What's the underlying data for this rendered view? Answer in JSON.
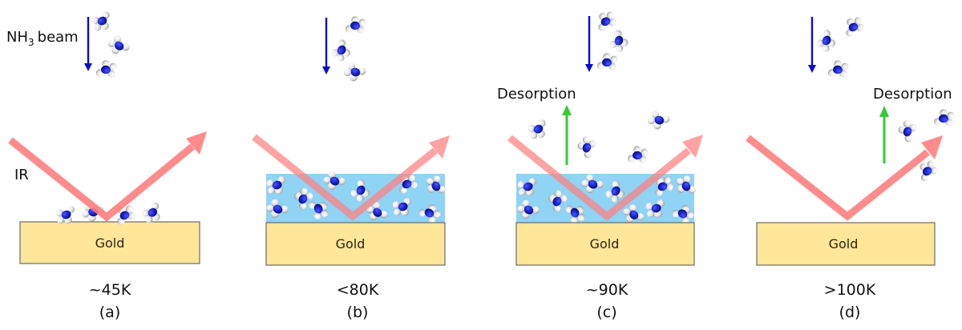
{
  "colors": {
    "gold_fill": "#FFE699",
    "gold_stroke": "#6b6b6b",
    "ice_fill": "#8FD3F5",
    "ir_beam": "#FF7F7F",
    "beam_arrow": "#0A0AD2",
    "desorption_arrow": "#33CC33",
    "nitrogen": "#1A22C8",
    "hydrogen": "#EDEDED"
  },
  "labels": {
    "beam_formula_main": "NH",
    "beam_formula_sub": "3",
    "beam_word": "beam",
    "ir": "IR",
    "substrate": "Gold",
    "desorption": "Desorption"
  },
  "panels": [
    {
      "id": "a",
      "temperature": "~45K",
      "caption": "(a)",
      "ice_layer": false,
      "desorption": false,
      "adsorbed_monolayer": true
    },
    {
      "id": "b",
      "temperature": "<80K",
      "caption": "(b)",
      "ice_layer": true,
      "desorption": false,
      "adsorbed_monolayer": false
    },
    {
      "id": "c",
      "temperature": "~90K",
      "caption": "(c)",
      "ice_layer": true,
      "desorption": true,
      "adsorbed_monolayer": false
    },
    {
      "id": "d",
      "temperature": ">100K",
      "caption": "(d)",
      "ice_layer": false,
      "desorption": true,
      "adsorbed_monolayer": false
    }
  ]
}
